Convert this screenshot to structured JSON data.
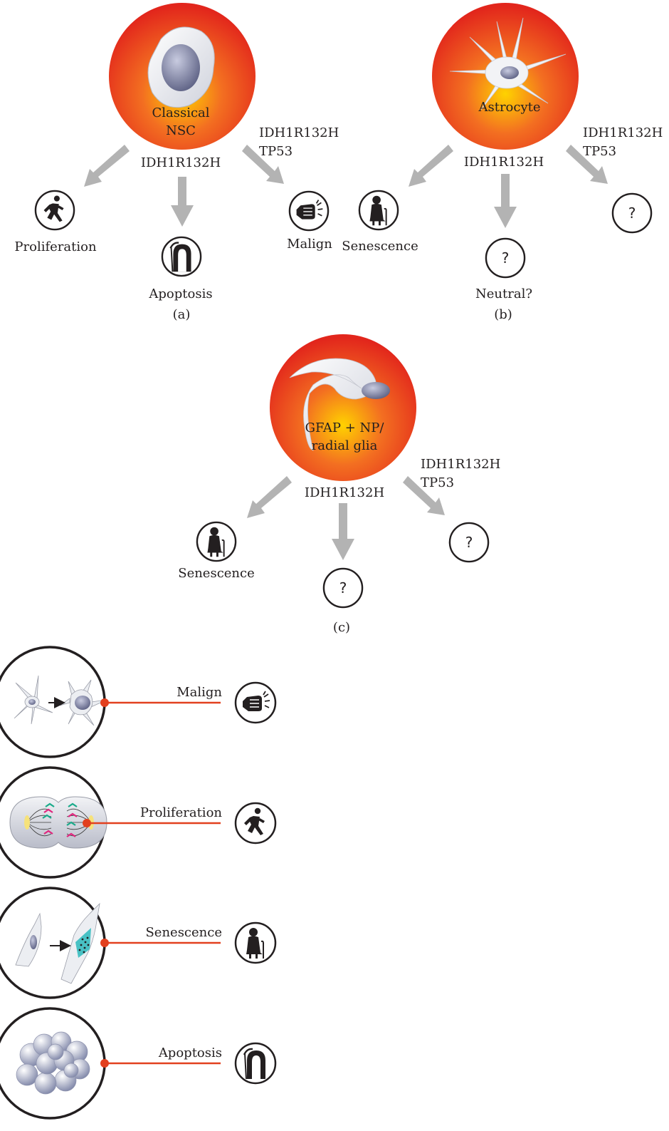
{
  "colors": {
    "cell_glow_center": "#ffd200",
    "cell_glow_mid": "#f36f21",
    "cell_glow_edge": "#e2261c",
    "arrow": "#b3b3b3",
    "legend_line": "#e2401f",
    "spindle_green": "#1aab8a",
    "spindle_magenta": "#e0267e",
    "senescent_teal": "#48c1c4"
  },
  "panels": [
    {
      "label": "(a)",
      "cell": [
        "Classical",
        "NSC"
      ],
      "mutation": "IDH1R132H",
      "mutation_combo": [
        "IDH1R132H",
        "TP53"
      ],
      "outcomes": {
        "left": "Proliferation",
        "middle": "Apoptosis",
        "right": "Malign"
      }
    },
    {
      "label": "(b)",
      "cell": [
        "Astrocyte"
      ],
      "mutation": "IDH1R132H",
      "mutation_combo": [
        "IDH1R132H",
        "TP53"
      ],
      "outcomes": {
        "left": "Senescence",
        "middle": "Neutral?",
        "right": ""
      },
      "unknown_mark": "?"
    },
    {
      "label": "(c)",
      "cell": [
        "GFAP + NP/",
        "radial glia"
      ],
      "mutation": "IDH1R132H",
      "mutation_combo": [
        "IDH1R132H",
        "TP53"
      ],
      "outcomes": {
        "left": "Senescence",
        "middle": "",
        "right": ""
      },
      "unknown_mark": "?"
    }
  ],
  "legend": [
    {
      "label": "Malign",
      "icon": "fist-icon"
    },
    {
      "label": "Proliferation",
      "icon": "running-person-icon"
    },
    {
      "label": "Senescence",
      "icon": "elderly-person-icon"
    },
    {
      "label": "Apoptosis",
      "icon": "grim-reaper-icon"
    }
  ]
}
